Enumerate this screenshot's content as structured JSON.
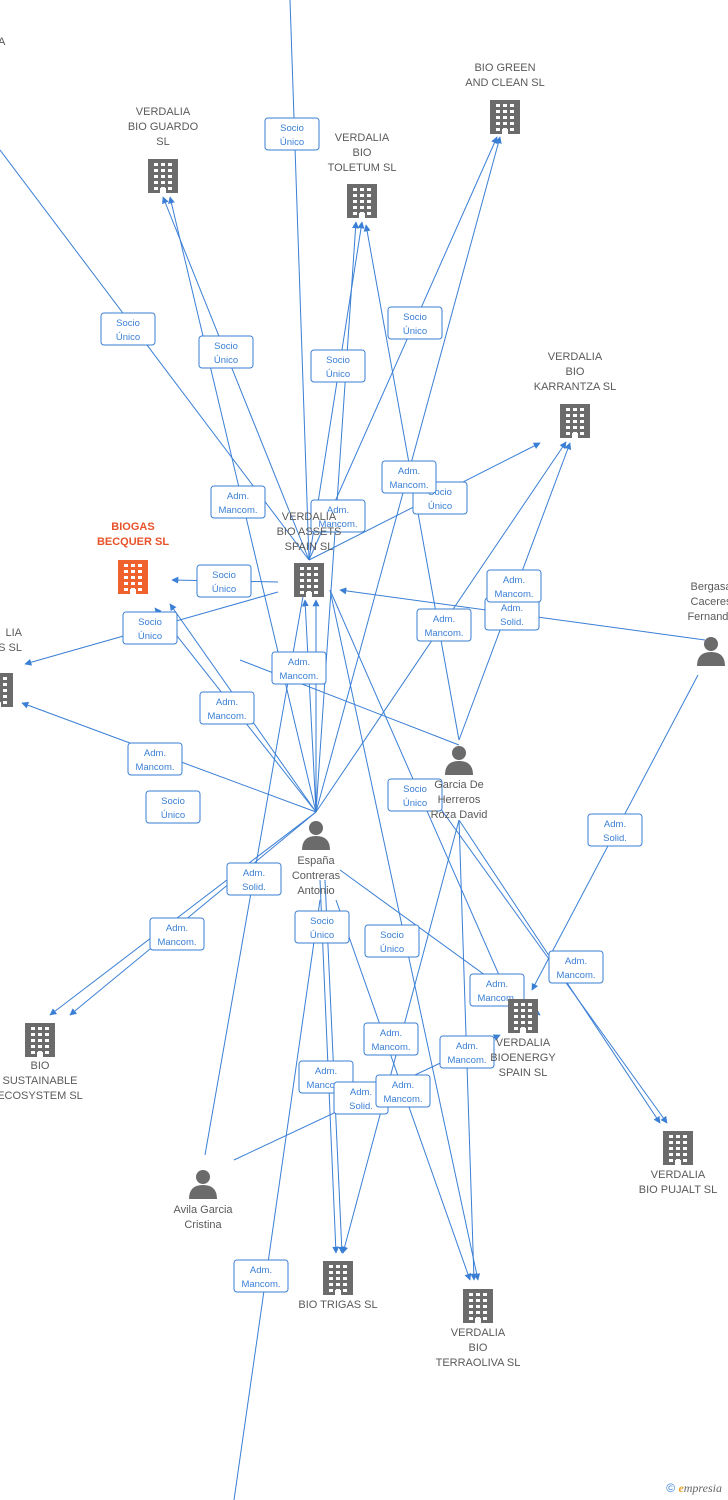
{
  "nodes": [
    {
      "id": "verdalia_guardo",
      "type": "company",
      "lines": [
        "VERDALIA",
        "BIO GUARDO",
        "SL"
      ]
    },
    {
      "id": "verdalia_toletum",
      "type": "company",
      "lines": [
        "VERDALIA",
        "BIO",
        "TOLETUM SL"
      ]
    },
    {
      "id": "bio_green",
      "type": "company",
      "lines": [
        "BIO GREEN",
        "AND CLEAN SL"
      ]
    },
    {
      "id": "verdalia_karrantza",
      "type": "company",
      "lines": [
        "VERDALIA",
        "BIO",
        "KARRANTZA SL"
      ]
    },
    {
      "id": "biogas_becquer",
      "type": "company",
      "focus": true,
      "lines": [
        "BIOGAS",
        "BECQUER SL"
      ]
    },
    {
      "id": "verdalia_assets",
      "type": "company",
      "lines": [
        "VERDALIA",
        "BIO ASSETS",
        "SPAIN SL"
      ]
    },
    {
      "id": "left_company",
      "type": "company",
      "lines": [
        "LIA",
        "S SL"
      ]
    },
    {
      "id": "bio_sustainable",
      "type": "company",
      "lines": [
        "BIO",
        "SUSTAINABLE",
        "ECOSYSTEM SL"
      ]
    },
    {
      "id": "verdalia_bioenergy",
      "type": "company",
      "lines": [
        "VERDALIA",
        "BIOENERGY",
        "SPAIN SL"
      ]
    },
    {
      "id": "verdalia_pujalt",
      "type": "company",
      "lines": [
        "VERDALIA",
        "BIO PUJALT SL"
      ]
    },
    {
      "id": "bio_trigas",
      "type": "company",
      "lines": [
        "BIO TRIGAS SL"
      ]
    },
    {
      "id": "verdalia_terraoliva",
      "type": "company",
      "lines": [
        "VERDALIA",
        "BIO",
        "TERRAOLIVA SL"
      ]
    },
    {
      "id": "bergasa",
      "type": "person",
      "lines": [
        "Bergasa",
        "Caceres",
        "Fernando"
      ]
    },
    {
      "id": "garcia",
      "type": "person",
      "lines": [
        "Garcia De",
        "Herreros",
        "Roza David"
      ]
    },
    {
      "id": "espana",
      "type": "person",
      "lines": [
        "España",
        "Contreras",
        "Antonio"
      ]
    },
    {
      "id": "avila",
      "type": "person",
      "lines": [
        "Avila Garcia",
        "Cristina"
      ]
    },
    {
      "id": "top_left_fragment",
      "type": "label",
      "lines": [
        "A"
      ]
    }
  ],
  "relations": [
    {
      "id": "r1",
      "lines": [
        "Socio",
        "Único"
      ]
    },
    {
      "id": "r2",
      "lines": [
        "Socio",
        "Único"
      ]
    },
    {
      "id": "r3",
      "lines": [
        "Socio",
        "Único"
      ]
    },
    {
      "id": "r4",
      "lines": [
        "Socio",
        "Único"
      ]
    },
    {
      "id": "r5",
      "lines": [
        "Socio",
        "Único"
      ]
    },
    {
      "id": "r6",
      "lines": [
        "Socio",
        "Único"
      ]
    },
    {
      "id": "r7",
      "lines": [
        "Adm.",
        "Mancom."
      ]
    },
    {
      "id": "r8",
      "lines": [
        "Adm.",
        "Mancom."
      ]
    },
    {
      "id": "r9",
      "lines": [
        "Adm.",
        "Mancom."
      ]
    },
    {
      "id": "r10",
      "lines": [
        "Socio",
        "Único"
      ]
    },
    {
      "id": "r11",
      "lines": [
        "Socio",
        "Único"
      ]
    },
    {
      "id": "r12",
      "lines": [
        "Adm.",
        "Mancom."
      ]
    },
    {
      "id": "r13",
      "lines": [
        "Adm.",
        "Solid."
      ]
    },
    {
      "id": "r14",
      "lines": [
        "Adm.",
        "Mancom."
      ]
    },
    {
      "id": "r15",
      "lines": [
        "Adm.",
        "Mancom."
      ]
    },
    {
      "id": "r16",
      "lines": [
        "Adm.",
        "Mancom."
      ]
    },
    {
      "id": "r17",
      "lines": [
        "Adm.",
        "Mancom."
      ]
    },
    {
      "id": "r18",
      "lines": [
        "Socio",
        "Único"
      ]
    },
    {
      "id": "r19",
      "lines": [
        "Socio",
        "Único"
      ]
    },
    {
      "id": "r20",
      "lines": [
        "Adm.",
        "Solid."
      ]
    },
    {
      "id": "r21",
      "lines": [
        "Adm.",
        "Solid."
      ]
    },
    {
      "id": "r22",
      "lines": [
        "Adm.",
        "Mancom."
      ]
    },
    {
      "id": "r23",
      "lines": [
        "Socio",
        "Único"
      ]
    },
    {
      "id": "r24",
      "lines": [
        "Socio",
        "Único"
      ]
    },
    {
      "id": "r25",
      "lines": [
        "Adm.",
        "Mancom."
      ]
    },
    {
      "id": "r26",
      "lines": [
        "Adm.",
        "Mancom."
      ]
    },
    {
      "id": "r27",
      "lines": [
        "Adm.",
        "Mancom."
      ]
    },
    {
      "id": "r28",
      "lines": [
        "Adm.",
        "Mancom."
      ]
    },
    {
      "id": "r29",
      "lines": [
        "Adm.",
        "Mancom."
      ]
    },
    {
      "id": "r30",
      "lines": [
        "Adm.",
        "Solid."
      ]
    },
    {
      "id": "r31",
      "lines": [
        "Adm.",
        "Mancom."
      ]
    },
    {
      "id": "r32",
      "lines": [
        "Adm.",
        "Mancom."
      ]
    }
  ],
  "footer": {
    "copyright": "©",
    "brand_initial": "e",
    "brand_rest": "mpresia"
  },
  "colors": {
    "edge": "#3a7fd5",
    "node": "#6b6b6b",
    "focus": "#f0622d"
  }
}
